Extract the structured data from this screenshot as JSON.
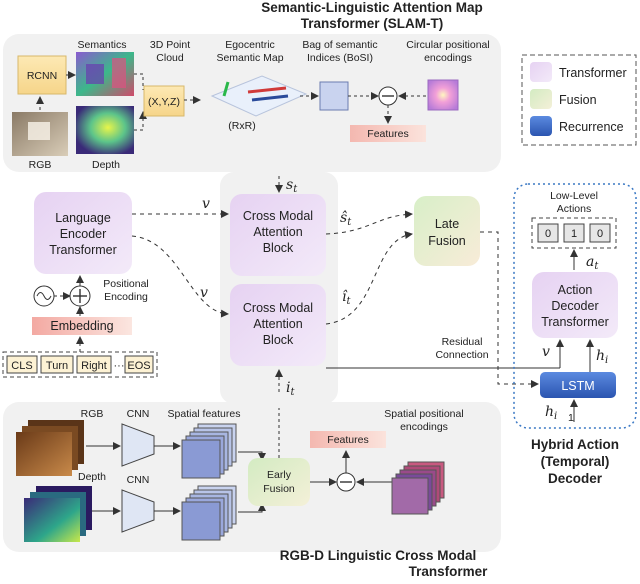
{
  "slam_title_line1": "Semantic-Linguistic Attention Map",
  "slam_title_line2": "Transformer (SLAM-T)",
  "slam_labels": {
    "semantics": "Semantics",
    "rcnn": "RCNN",
    "rgb": "RGB",
    "depth": "Depth",
    "pointcloud_l1": "3D Point",
    "pointcloud_l2": "Cloud",
    "xyz": "(X,Y,Z)",
    "egomap_l1": "Egocentric",
    "egomap_l2": "Semantic Map",
    "rxr": "(RxR)",
    "bosi_l1": "Bag of semantic",
    "bosi_l2": "Indices (BoSI)",
    "circ_l1": "Circular positional",
    "circ_l2": "encodings",
    "features": "Features"
  },
  "legend": {
    "transformer": "Transformer",
    "fusion": "Fusion",
    "recurrence": "Recurrence",
    "colors": {
      "transformer": "#ead9f4",
      "fusion": "#d8ecc8",
      "recurrence": "#3a68c4"
    }
  },
  "language": {
    "encoder_l1": "Language",
    "encoder_l2": "Encoder",
    "encoder_l3": "Transformer",
    "pos_l1": "Positional",
    "pos_l2": "Encoding",
    "embedding": "Embedding",
    "tokens": [
      "CLS",
      "Turn",
      "Right",
      "···",
      "EOS"
    ]
  },
  "cross_modal": {
    "block1": [
      "Cross Modal",
      "Attention",
      "Block"
    ],
    "block2": [
      "Cross Modal",
      "Attention",
      "Block"
    ]
  },
  "late_fusion": [
    "Late",
    "Fusion"
  ],
  "math": {
    "s_t": "s",
    "s_sub": "t",
    "v": "v",
    "s_hat": "ŝ",
    "i_hat": "î",
    "i_t": "i",
    "a_t": "a",
    "h_i": "h",
    "h_sub": "i",
    "one": "1"
  },
  "decoder": {
    "low_level_l1": "Low-Level",
    "low_level_l2": "Actions",
    "actions": [
      "0",
      "1",
      "0"
    ],
    "adt": [
      "Action",
      "Decoder",
      "Transformer"
    ],
    "lstm": "LSTM",
    "residual_l1": "Residual",
    "residual_l2": "Connection",
    "title": [
      "Hybrid Action",
      "(Temporal)",
      "Decoder"
    ]
  },
  "rgbd": {
    "rgb": "RGB",
    "depth": "Depth",
    "cnn1": "CNN",
    "cnn2": "CNN",
    "spatial_features": "Spatial features",
    "spatial_pos_l1": "Spatial positional",
    "spatial_pos_l2": "encodings",
    "features": "Features",
    "early_fusion": [
      "Early",
      "Fusion"
    ],
    "title_l1": "RGB-D Linguistic Cross Modal",
    "title_l2": "Transformer"
  }
}
